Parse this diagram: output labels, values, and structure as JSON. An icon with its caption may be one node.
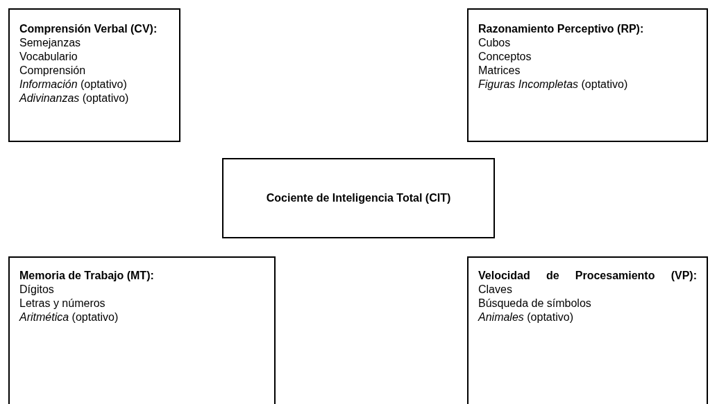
{
  "diagram": {
    "nodes": [
      {
        "text": [
          "Comprensión Verbal (CV):",
          "Semejanzas",
          "Vocabulario",
          "Comprensión",
          "*Información* (optativo)",
          "*Adivinanzas* (optativo)"
        ]
      },
      {
        "text": [
          "Razonamiento Perceptivo (RP):",
          "Cubos",
          "Conceptos",
          "Matrices",
          "*Figuras Incompletas* (optativo)"
        ]
      },
      {
        "text": [
          "Cociente de Inteligencia Total (CIT)"
        ]
      },
      {
        "text": [
          "Memoria de Trabajo (MT):",
          "Dígitos",
          "Letras y números",
          "*Aritmética* (optativo)"
        ]
      },
      {
        "text": [
          "Velocidad de Procesamiento (VP):",
          "Claves",
          "Búsqueda de símbolos",
          "*Animales* (optativo)"
        ]
      }
    ]
  }
}
